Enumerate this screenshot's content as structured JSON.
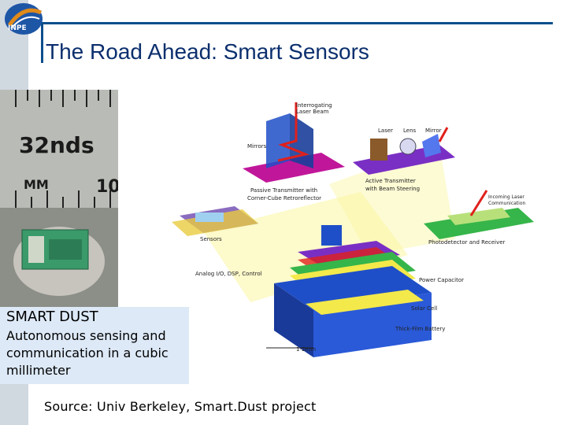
{
  "slide": {
    "title": "The Road Ahead: Smart Sensors",
    "logo_text": "INPE"
  },
  "photo": {
    "ruler_text_1": "32nds",
    "ruler_text_2": "MM",
    "ruler_text_3": "10"
  },
  "caption": {
    "title": "SMART DUST",
    "body_lines": [
      "Autonomous sensing and",
      "communication in a cubic",
      "millimeter"
    ]
  },
  "diagram": {
    "labels": {
      "interrogating": [
        "Interrogating",
        "Laser Beam"
      ],
      "mirrors": "Mirrors",
      "laser": "Laser",
      "lens": "Lens",
      "mirror": "Mirror",
      "passive": [
        "Passive Transmitter with",
        "Corner-Cube Retroreflector"
      ],
      "active": [
        "Active Transmitter",
        "with Beam Steering"
      ],
      "incoming": [
        "Incoming Laser",
        "Communication"
      ],
      "sensors": "Sensors",
      "photodetector": "Photodetector and Receiver",
      "analog": "Analog I/O, DSP, Control",
      "power_cap": "Power Capacitor",
      "solar": "Solar Cell",
      "battery": "Thick-Film Battery",
      "dimension": "1-2mm"
    },
    "colors": {
      "magenta": "#c0179a",
      "purple": "#7a2fc4",
      "green": "#36b54a",
      "blue": "#1f4fc8",
      "yellow": "#f3e94a",
      "red_arrow": "#e0201c"
    }
  },
  "footer": {
    "source": "Source: Univ Berkeley, Smart.Dust project"
  }
}
